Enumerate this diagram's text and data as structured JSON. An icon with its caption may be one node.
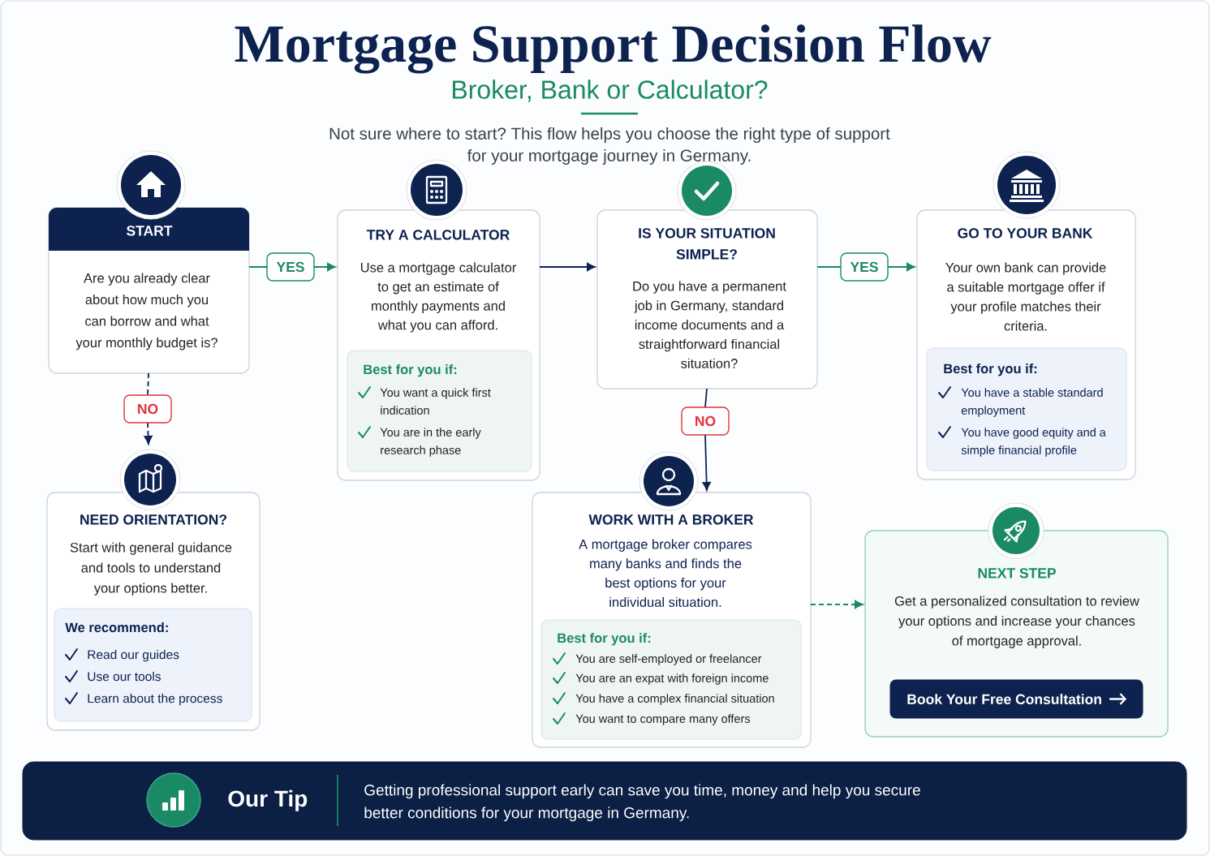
{
  "diagram": {
    "title": "Mortgage Support Decision Flow",
    "nodes": [
      {
        "text": [
          "START",
          "Are you already clear about how much you can borrow and what your monthly budget is?"
        ]
      },
      {
        "text": [
          "TRY A CALCULATOR",
          "Use a mortgage calculator to get an estimate of monthly payments and what you can afford."
        ]
      },
      {
        "text": [
          "Best for you if:",
          "You want a quick first indication",
          "You are in the early research phase"
        ],
        "in": 1
      },
      {
        "text": [
          "IS YOUR SITUATION SIMPLE?",
          "Do you have a permanent job in Germany, standard income documents and a straightforward financial situation?"
        ]
      },
      {
        "text": [
          "GO TO YOUR BANK",
          "Your own bank can provide a suitable mortgage offer if your profile matches their criteria."
        ]
      },
      {
        "text": [
          "Best for you if:",
          "You have a stable standard employment",
          "You have good equity and a simple financial profile"
        ],
        "in": 4
      },
      {
        "text": [
          "NEED ORIENTATION?",
          "Start with general guidance and tools to understand your options better."
        ]
      },
      {
        "text": [
          "We recommend:",
          "Read our guides",
          "Use our tools",
          "Learn about the process"
        ],
        "in": 6
      },
      {
        "text": [
          "WORK WITH A BROKER",
          "A mortgage broker compares many banks and finds the best options for your individual situation."
        ]
      },
      {
        "text": [
          "Best for you if:",
          "You are self-employed or freelancer",
          "You are an expat with foreign income",
          "You have a complex financial situation",
          "You want to compare many offers"
        ],
        "in": 8
      },
      {
        "text": [
          "NEXT STEP",
          "Get a personalized consultation to review your options and increase your chances of mortgage approval."
        ]
      },
      {
        "text": [
          "Book Your Free Consultation"
        ],
        "in": 10
      },
      {
        "text": [
          "Our Tip",
          "Getting professional support early can save you time, money and help you secure better conditions for your mortgage in Germany."
        ]
      }
    ],
    "edges": [
      {
        "from": 0,
        "to": 1,
        "arrow": "to",
        "label": "YES",
        "color": "#1a8a66"
      },
      {
        "from": 0,
        "to": 6,
        "arrow": "to",
        "label": "NO",
        "style": "dashed",
        "color": "#0e2250"
      },
      {
        "from": 1,
        "to": 3,
        "arrow": "to",
        "color": "#0e2250"
      },
      {
        "from": 3,
        "to": 4,
        "arrow": "to",
        "label": "YES",
        "color": "#1a8a66"
      },
      {
        "from": 3,
        "to": 8,
        "arrow": "to",
        "label": "NO",
        "color": "#0e2250"
      },
      {
        "from": 8,
        "to": 10,
        "arrow": "to",
        "style": "dashed",
        "color": "#1a8a66"
      }
    ],
    "labels": [
      "Broker, Bank or Calculator?",
      "Not sure where to start? This flow helps you choose the right type of support for your mortgage journey in Germany."
    ]
  }
}
